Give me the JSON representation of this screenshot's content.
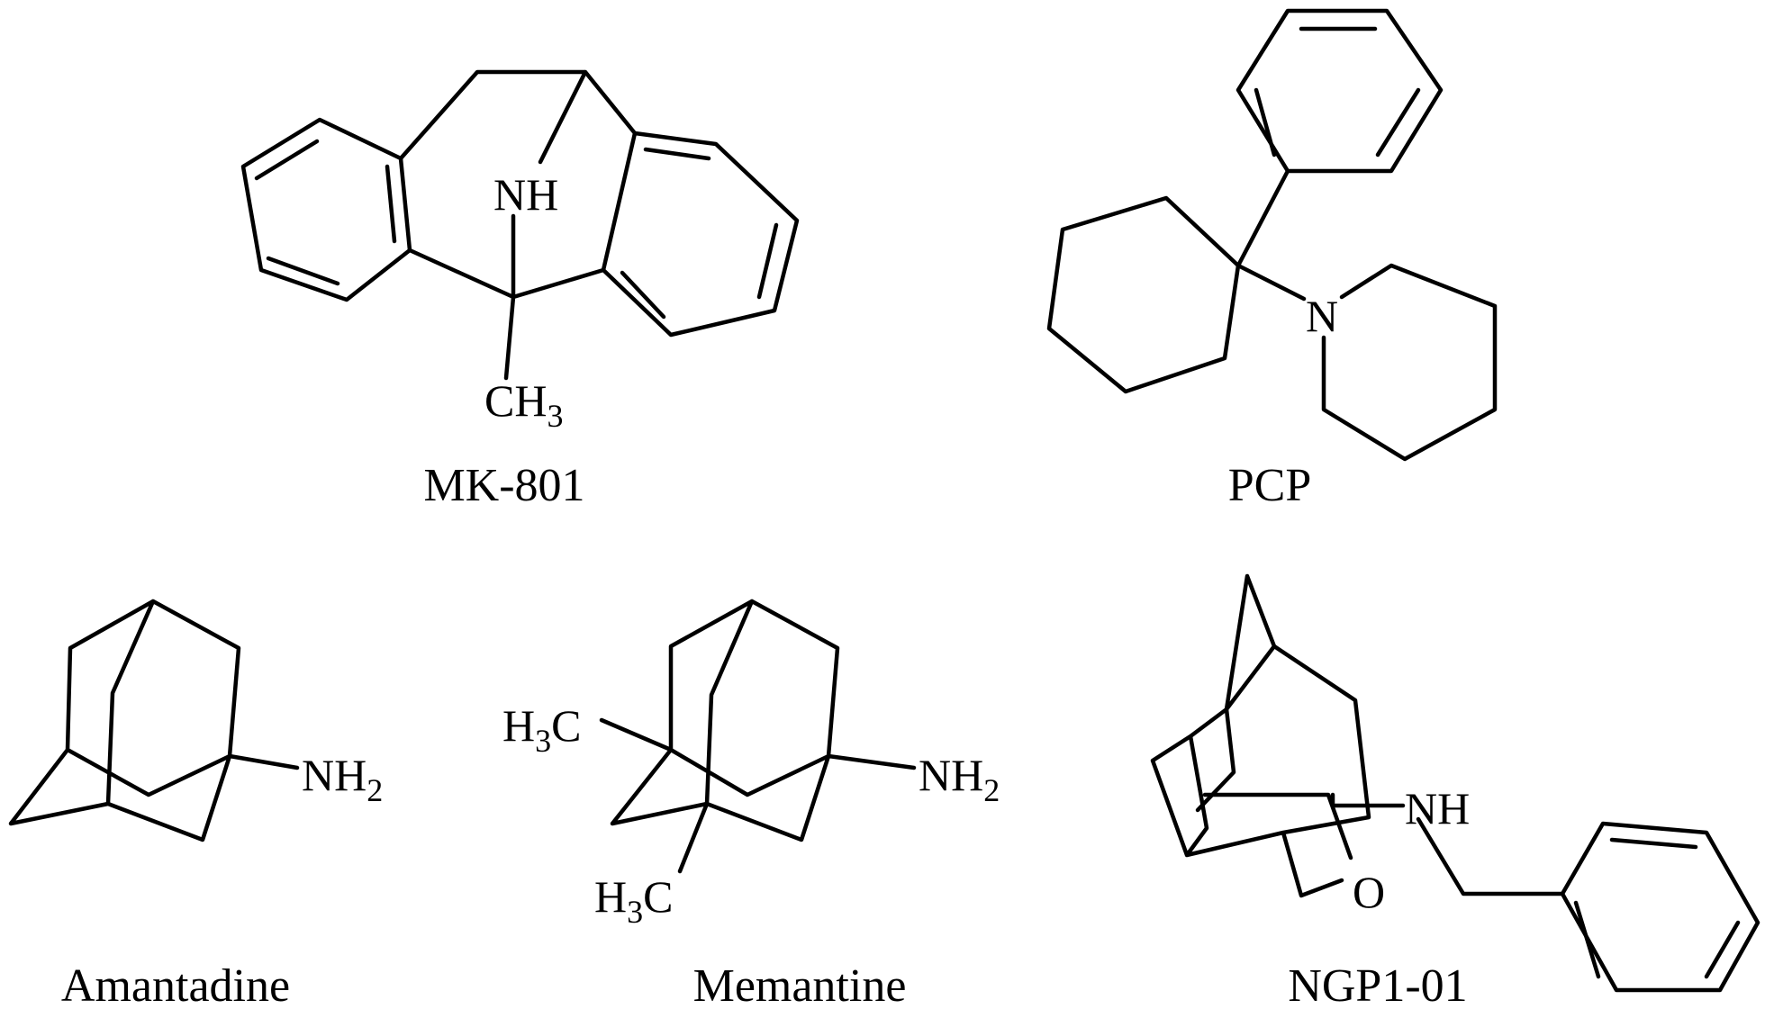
{
  "compounds": [
    {
      "name": "MK-801",
      "atom_labels": {
        "nh": "NH",
        "ch3_main": "CH",
        "ch3_sub": "3"
      }
    },
    {
      "name": "PCP",
      "atom_labels": {
        "n": "N"
      }
    },
    {
      "name": "Amantadine",
      "atom_labels": {
        "nh2_main": "NH",
        "nh2_sub": "2"
      }
    },
    {
      "name": "Memantine",
      "atom_labels": {
        "methyl1_h": "H",
        "methyl1_sub": "3",
        "methyl1_c": "C",
        "methyl2_h": "H",
        "methyl2_sub": "3",
        "methyl2_c": "C",
        "nh2_main": "NH",
        "nh2_sub": "2"
      }
    },
    {
      "name": "NGP1-01",
      "atom_labels": {
        "nh": "NH",
        "o": "O"
      }
    }
  ],
  "colors": {
    "ink": "#000000",
    "background": "#ffffff"
  }
}
